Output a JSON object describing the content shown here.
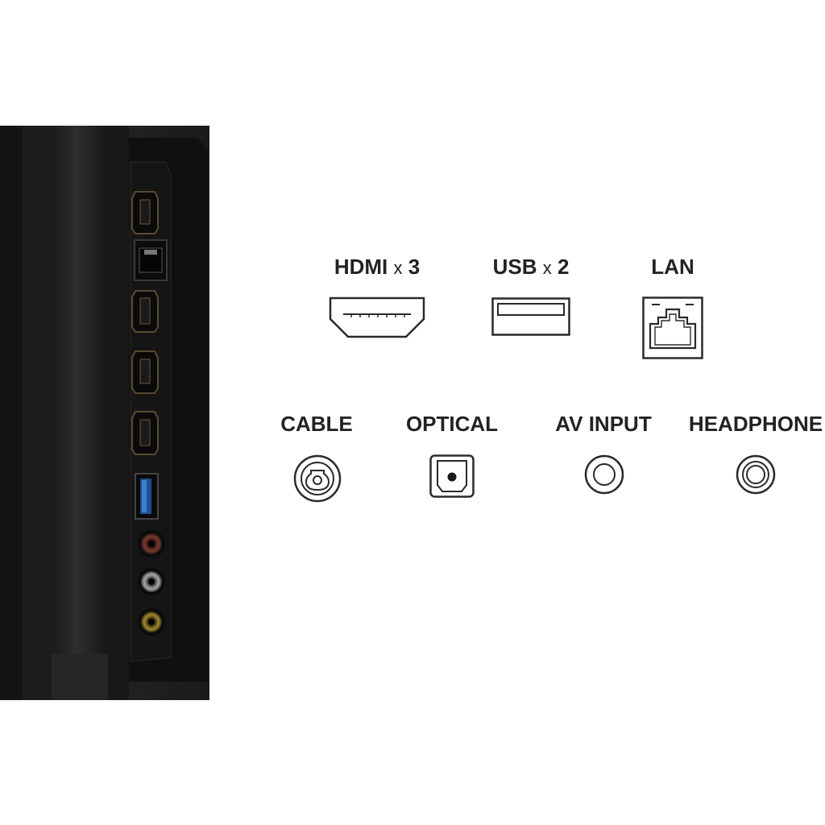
{
  "ports_top": [
    {
      "name": "HDMI",
      "mult": "x",
      "count": "3",
      "icon": "hdmi-port-icon"
    },
    {
      "name": "USB",
      "mult": "x",
      "count": "2",
      "icon": "usb-port-icon"
    },
    {
      "name": "LAN",
      "mult": "",
      "count": "",
      "icon": "lan-port-icon"
    }
  ],
  "ports_bottom": [
    {
      "name": "CABLE",
      "icon": "coaxial-port-icon"
    },
    {
      "name": "OPTICAL",
      "icon": "optical-port-icon"
    },
    {
      "name": "AV INPUT",
      "icon": "av-input-port-icon"
    },
    {
      "name": "HEADPHONE",
      "icon": "headphone-port-icon"
    }
  ],
  "colors": {
    "label": "#222222",
    "icon_stroke": "#2a2a2a",
    "tv_body": "#1c1c1c",
    "tv_panel": "#111111"
  }
}
